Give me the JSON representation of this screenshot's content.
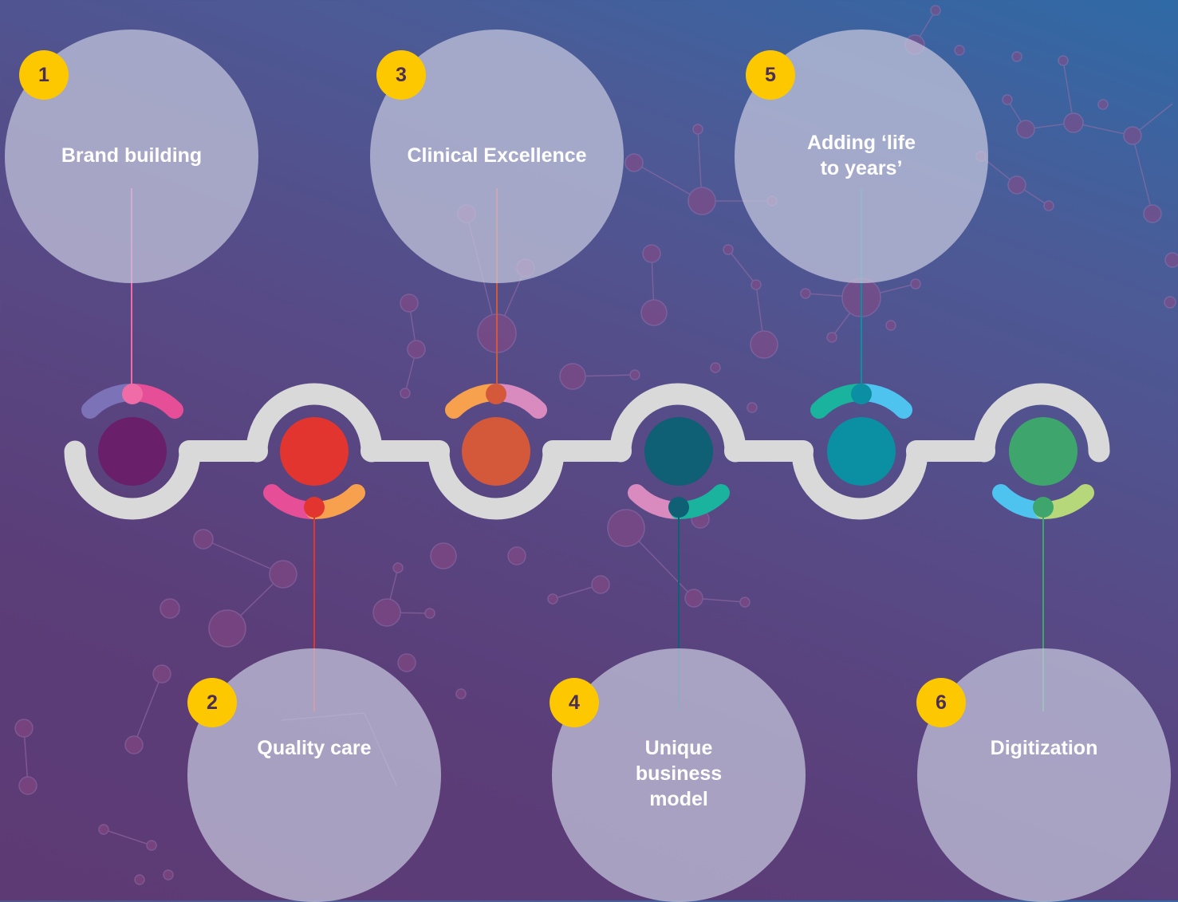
{
  "steps": [
    {
      "number": "1",
      "label": "Brand building"
    },
    {
      "number": "2",
      "label": "Quality care"
    },
    {
      "number": "3",
      "label": "Clinical Excellence"
    },
    {
      "number": "4",
      "label": "Unique\nbusiness\nmodel"
    },
    {
      "number": "5",
      "label": "Adding ‘life\nto years’"
    },
    {
      "number": "6",
      "label": "Digitization"
    }
  ],
  "colors": {
    "badge": "#fdc800",
    "connector": "#d9d9d9",
    "step_fill": [
      "#6a1f6b",
      "#e2352f",
      "#d4593a",
      "#0f5f75",
      "#0a8fa3",
      "#3ea66c"
    ]
  }
}
